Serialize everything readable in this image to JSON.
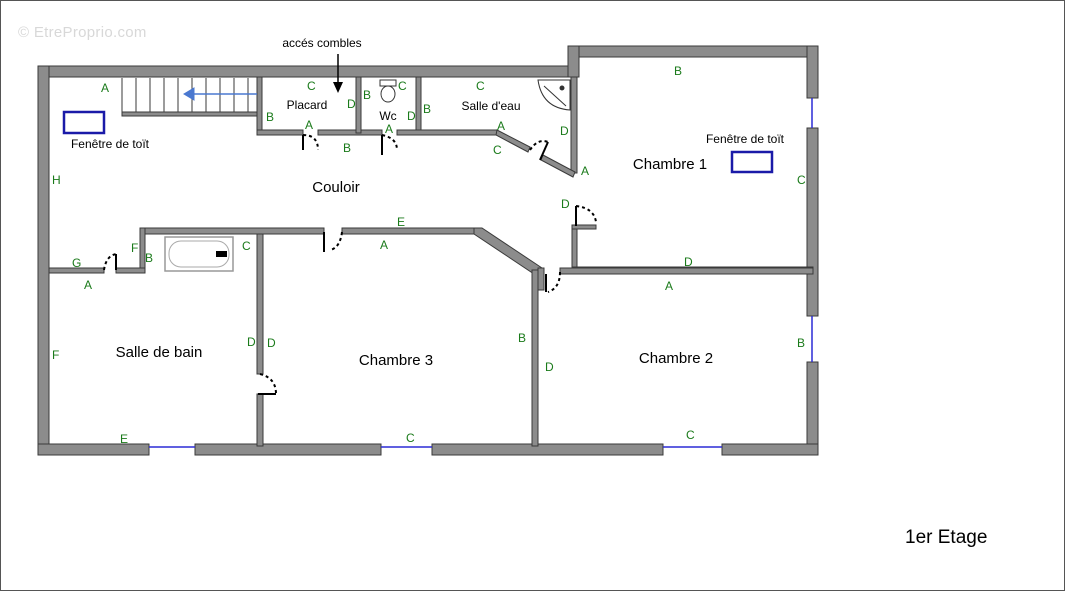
{
  "watermark": "© EtreProprio.com",
  "floor_label": "1er Etage",
  "annotation": "accés combles",
  "rooms": {
    "placard": "Placard",
    "wc": "Wc",
    "salle_eau": "Salle d'eau",
    "chambre1": "Chambre 1",
    "couloir": "Couloir",
    "salle_bain": "Salle de bain",
    "chambre3": "Chambre 3",
    "chambre2": "Chambre 2"
  },
  "skylights": {
    "left": "Fenêtre de toït",
    "right": "Fenêtre de toït"
  },
  "wall_labels": {
    "couloir_a": "A",
    "placard_c": "C",
    "placard_d": "D",
    "placard_b": "B",
    "placard_a": "A",
    "wc_b": "B",
    "wc_c": "C",
    "wc_d": "D",
    "wc_a": "A",
    "corridor_b": "B",
    "eau_b": "B",
    "eau_c": "C",
    "eau_a": "A",
    "eau_d": "D",
    "eau_c2": "C",
    "ch1_b": "B",
    "ch1_a": "A",
    "ch1_c": "C",
    "ch1_d": "D",
    "ch1_d2": "D",
    "couloir_h": "H",
    "couloir_e": "E",
    "couloir_a2": "A",
    "couloir_g": "G",
    "couloir_f": "F",
    "couloir_b2": "B",
    "sdb_c": "C",
    "sdb_a": "A",
    "sdb_f": "F",
    "sdb_d": "D",
    "sdb_e": "E",
    "ch3_d": "D",
    "ch3_b": "B",
    "ch3_c": "C",
    "ch2_a": "A",
    "ch2_d": "D",
    "ch2_b": "B",
    "ch2_c": "C"
  },
  "colors": {
    "wall": "#8c8c8c",
    "wall_outline": "#3a3a3a",
    "window": "#2b2bd6",
    "skylight": "#1a1aa8",
    "label": "#1a7a1a",
    "stair_arrow": "#4a78d0"
  }
}
